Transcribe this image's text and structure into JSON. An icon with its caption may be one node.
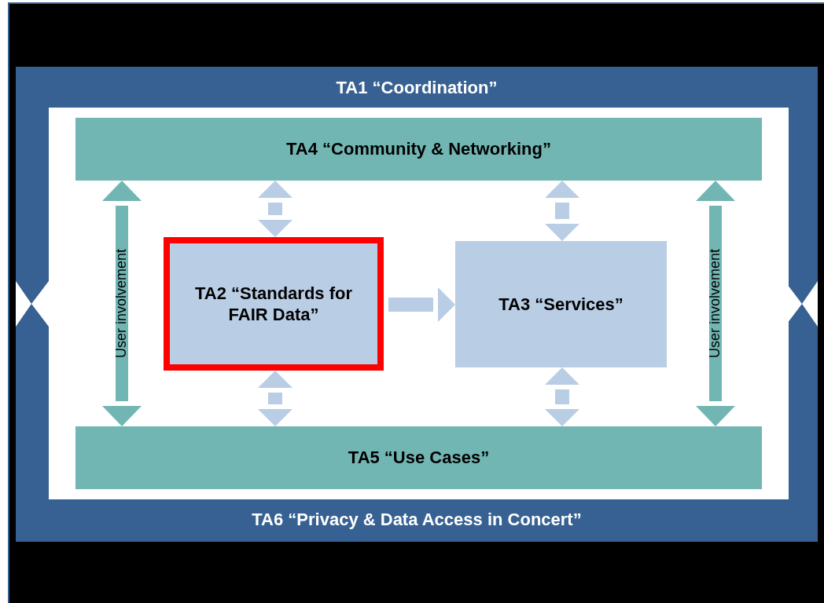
{
  "diagram": {
    "nodes": [
      {
        "text": [
          "TA1 “Coordination”",
          "TA6 “Privacy & Data Access in Concert”"
        ]
      },
      {
        "text": [
          "TA4 “Community & Networking”"
        ],
        "in": 0
      },
      {
        "text": [
          "TA2 “Standards for FAIR Data”"
        ],
        "in": 0
      },
      {
        "text": [
          "TA3 “Services”"
        ],
        "in": 0
      },
      {
        "text": [
          "TA5 “Use Cases”"
        ],
        "in": 0
      }
    ],
    "edges": [
      {
        "from": 1,
        "to": 4,
        "arrow": "both",
        "label": "User involvement",
        "color": "#72b6b4"
      },
      {
        "from": 1,
        "to": 2,
        "arrow": "both"
      },
      {
        "from": 1,
        "to": 3,
        "arrow": "both"
      },
      {
        "from": 2,
        "to": 3,
        "arrow": "to"
      },
      {
        "from": 2,
        "to": 4,
        "arrow": "both"
      },
      {
        "from": 3,
        "to": 4,
        "arrow": "both"
      },
      {
        "from": 1,
        "to": 4,
        "arrow": "both",
        "label": "User involvement",
        "color": "#72b6b4"
      }
    ]
  }
}
